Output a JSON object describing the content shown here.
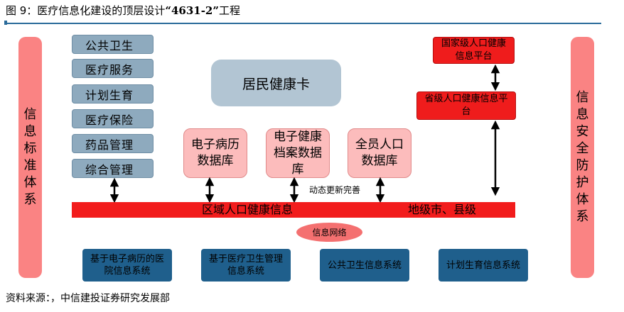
{
  "title": {
    "prefix": "图 9：医疗信息化建设的顶层设计",
    "code": "“4631-2”",
    "suffix": "工程"
  },
  "left_pillar": "信息标准体系",
  "right_pillar": "信息安全防护体系",
  "services": [
    "公共卫生",
    "医疗服务",
    "计划生育",
    "医疗保险",
    "药品管理",
    "综合管理"
  ],
  "card": "居民健康卡",
  "databases": [
    "电子病历数据库",
    "电子健康档案数据库",
    "全员人口数据库"
  ],
  "national_platform": "国家级人口健康信息平台",
  "provincial_platform": "省级人口健康信息平台",
  "dynamic_update": "动态更新完善",
  "regional_bar": {
    "label": "区域人口健康信息",
    "level": "地级市、县级"
  },
  "network": "信息网络",
  "systems": [
    "基于电子病历的医院信息系统",
    "基于医疗卫生管理信息系统",
    "公共卫生信息系统",
    "计划生育信息系统"
  ],
  "source": "资料来源：，中信建投证券研究发展部"
}
